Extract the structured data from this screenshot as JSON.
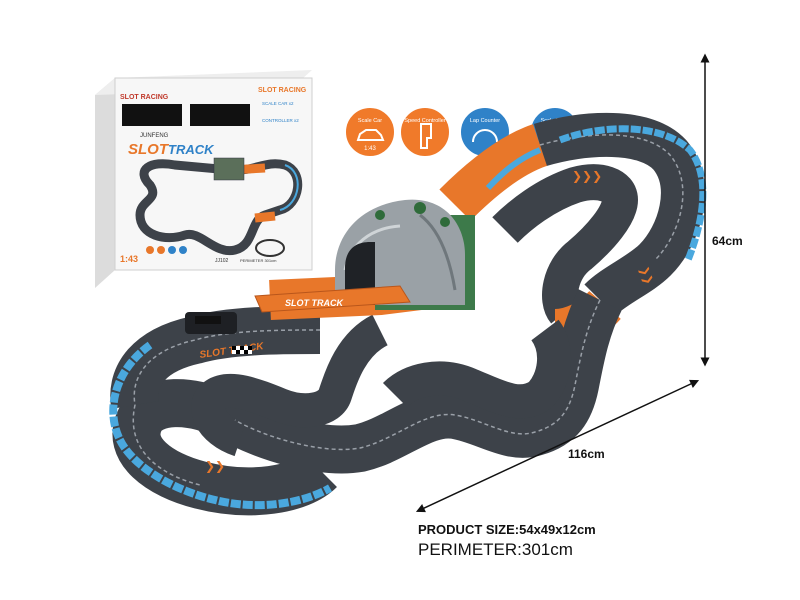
{
  "box": {
    "header_text": "SLOT RACING",
    "brand": "JUNFENG",
    "title_line1": "SLOT",
    "title_line2": "TRACK",
    "scale": "1:43",
    "model_no": "JJ102",
    "perimeter_small": "PERIMETER 301cm",
    "scale_car_small": "SCALE CAR x2",
    "controller_small": "CONTROLLER x2"
  },
  "features": [
    {
      "label": "Scale Car",
      "sub": "1:43",
      "color": "#f07a2a",
      "icon": "car-icon"
    },
    {
      "label": "Speed Controller",
      "sub": "",
      "color": "#f07a2a",
      "icon": "controller-icon"
    },
    {
      "label": "Lap Counter",
      "sub": "",
      "color": "#2f82c8",
      "icon": "lap-counter-icon"
    },
    {
      "label": "Scale Track",
      "sub": "",
      "color": "#2f82c8",
      "icon": "track-icon"
    }
  ],
  "track": {
    "banner_text": "SLOT TRACK",
    "sign_text": "SLOT TRACK",
    "asphalt_color": "#3d4249",
    "orange_color": "#e8772a",
    "rail_color": "#4aa8de"
  },
  "dimensions": {
    "height": "64cm",
    "width": "116cm",
    "product_size": "PRODUCT SIZE:54x49x12cm",
    "perimeter": "PERIMETER:301cm"
  }
}
